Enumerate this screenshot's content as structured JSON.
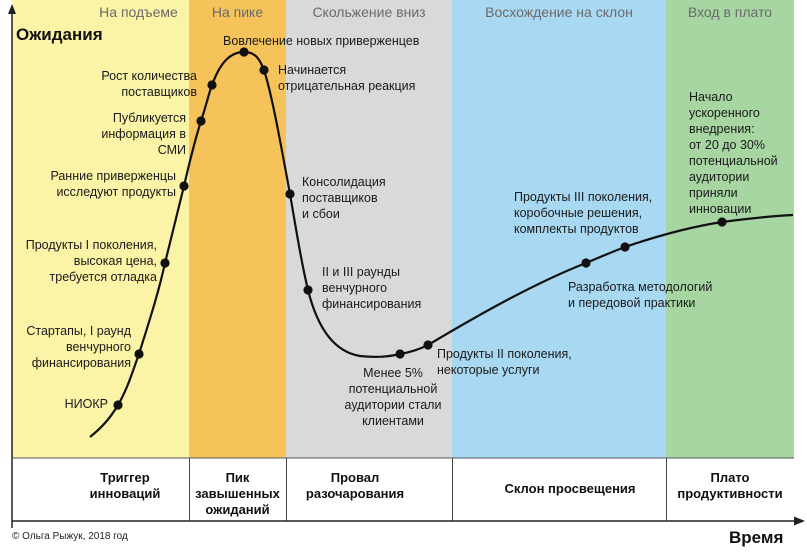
{
  "colors": {
    "phase1": "#fbf3a6",
    "phase2": "#f6c35a",
    "phase3": "#d9d9d9",
    "phase4": "#a9d8f2",
    "phase5": "#a8d6a3",
    "curve": "#111111"
  },
  "axes": {
    "y_title": "Ожидания",
    "x_title": "Время"
  },
  "phases": [
    {
      "name": "На подъеме"
    },
    {
      "name": "На пике"
    },
    {
      "name": "Скольжение вниз"
    },
    {
      "name": "Восхождение на склон"
    },
    {
      "name": "Вход в плато"
    }
  ],
  "stages": [
    {
      "name": "Триггер\nинноваций"
    },
    {
      "name": "Пик\nзавышенных\nожиданий"
    },
    {
      "name": "Провал\nразочарования"
    },
    {
      "name": "Склон просвещения"
    },
    {
      "name": "Плато\nпродуктивности"
    }
  ],
  "events": [
    {
      "text": "НИОКР"
    },
    {
      "text": "Стартапы, I раунд\nвенчурного\nфинансирования"
    },
    {
      "text": "Продукты I поколения,\nвысокая цена,\nтребуется отладка"
    },
    {
      "text": "Ранние приверженцы\nисследуют продукты"
    },
    {
      "text": "Публикуется\nинформация в\nСМИ"
    },
    {
      "text": "Рост количества\nпоставщиков"
    },
    {
      "text": "Вовлечение новых приверженцев"
    },
    {
      "text": "Начинается\nотрицательная реакция"
    },
    {
      "text": "Консолидация\nпоставщиков\nи сбои"
    },
    {
      "text": "II и III раунды\nвенчурного\nфинансирования"
    },
    {
      "text": "Менее 5%\nпотенциальной\nаудитории стали\nклиентами"
    },
    {
      "text": "Продукты II поколения,\nнекоторые услуги"
    },
    {
      "text": "Разработка методологий\nи передовой практики"
    },
    {
      "text": "Продукты III поколения,\nкоробочные решения,\nкомплекты продуктов"
    },
    {
      "text": "Начало\nускоренного\nвнедрения:\nот 20 до 30%\nпотенциальной\nаудитории\nприняли\nинновации"
    }
  ],
  "copyright": "© Ольга Рыжук, 2018 год"
}
